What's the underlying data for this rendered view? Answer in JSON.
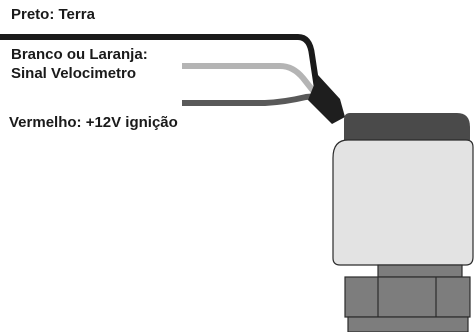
{
  "labels": {
    "black_wire": "Preto: Terra",
    "white_orange_wire_line1": "Branco ou Laranja:",
    "white_orange_wire_line2": "Sinal Velocimetro",
    "red_wire": "Vermelho: +12V ignição"
  },
  "colors": {
    "black_wire": "#1a1a1a",
    "white_orange_wire": "#b4b4b4",
    "red_wire": "#595959",
    "cable_sleeve": "#1e1e1e",
    "sensor_cap": "#4a4a4a",
    "sensor_body": "#e3e3e3",
    "sensor_outline": "#2b2b2b",
    "threaded_base": "#7d7d7d",
    "background": "#ffffff"
  }
}
